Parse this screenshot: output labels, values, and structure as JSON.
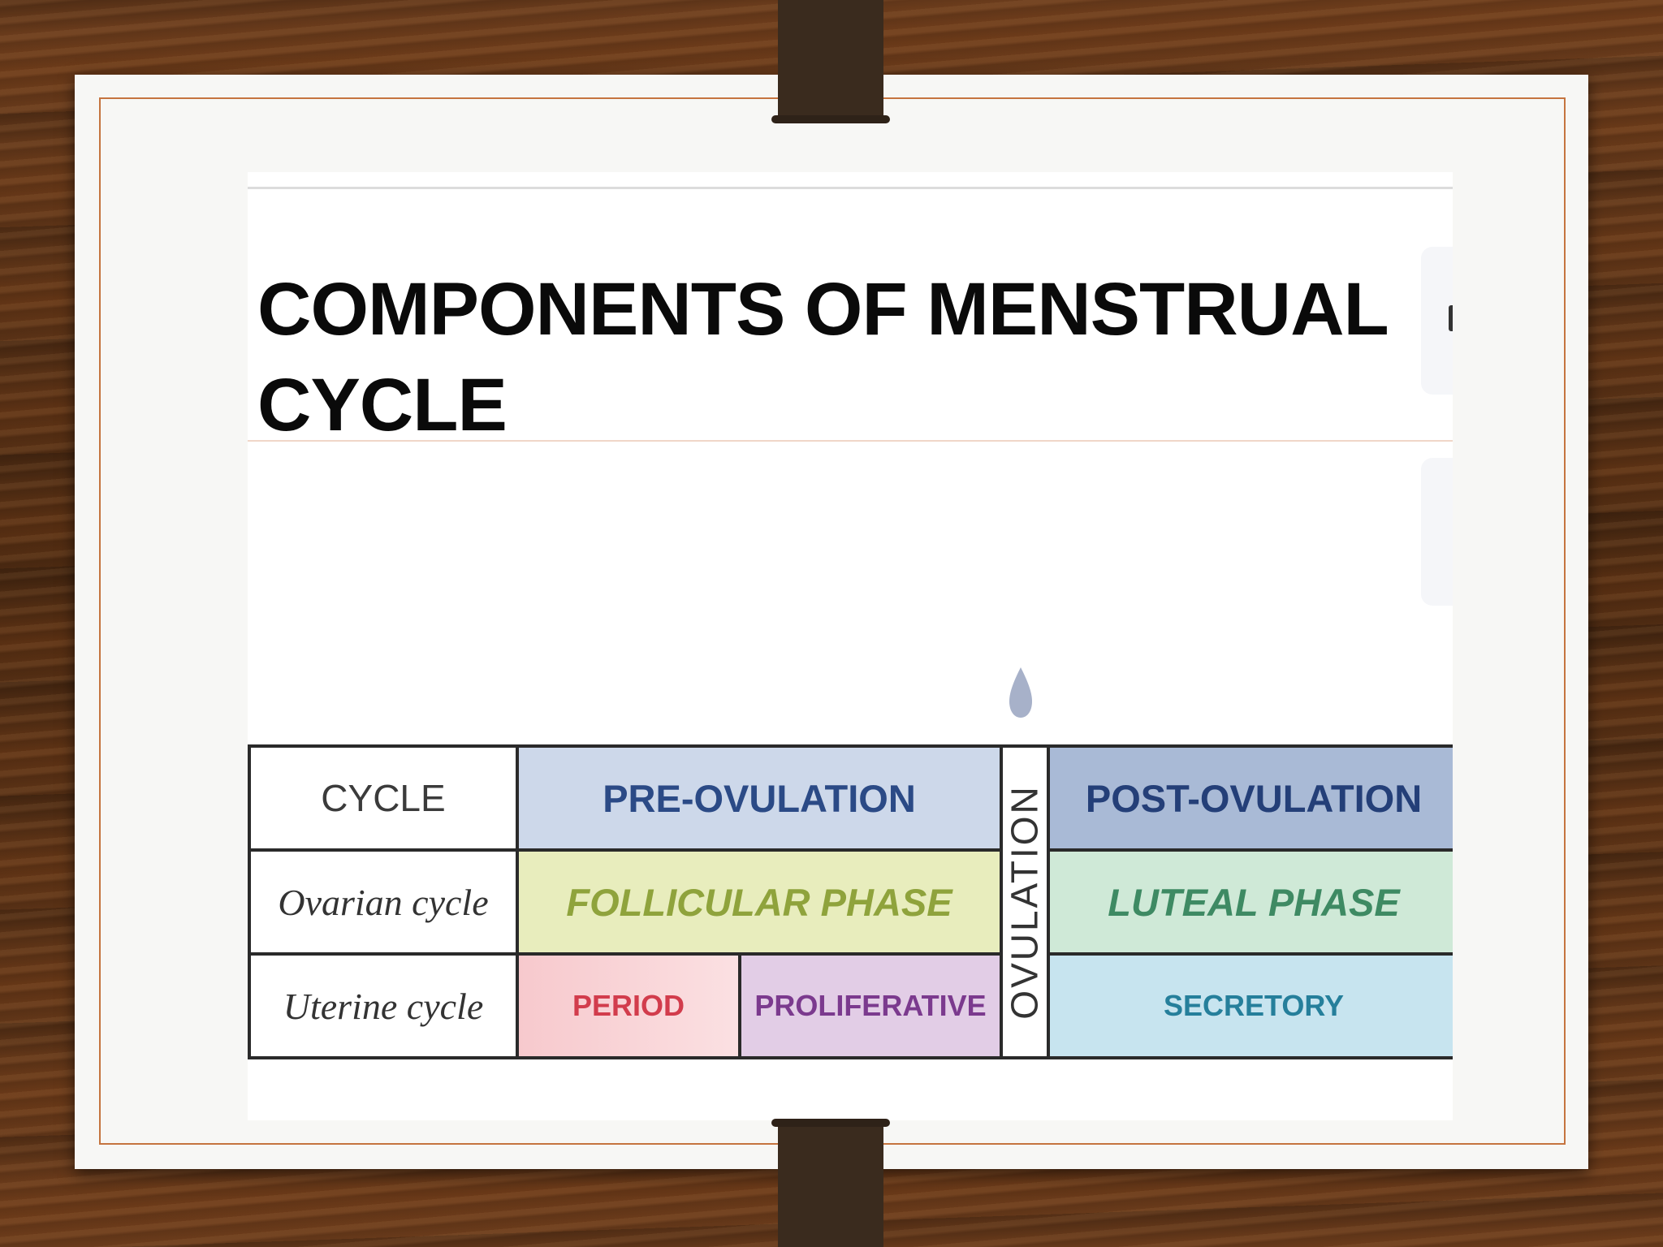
{
  "slide": {
    "title_line1": "COMPONENTS OF MENSTRUAL",
    "title_line2": "CYCLE"
  },
  "table": {
    "header_label": "CYCLE",
    "pre": "PRE-OVULATION",
    "post": "POST-OVULATION",
    "ovulation": "OVULATION",
    "ovarian_label": "Ovarian cycle",
    "follicular": "FOLLICULAR PHASE",
    "luteal": "LUTEAL PHASE",
    "uterine_label": "Uterine cycle",
    "period": "PERIOD",
    "proliferative": "PROLIFERATIVE",
    "secretory": "SECRETORY"
  },
  "icons": {
    "drop": "drop-icon"
  }
}
